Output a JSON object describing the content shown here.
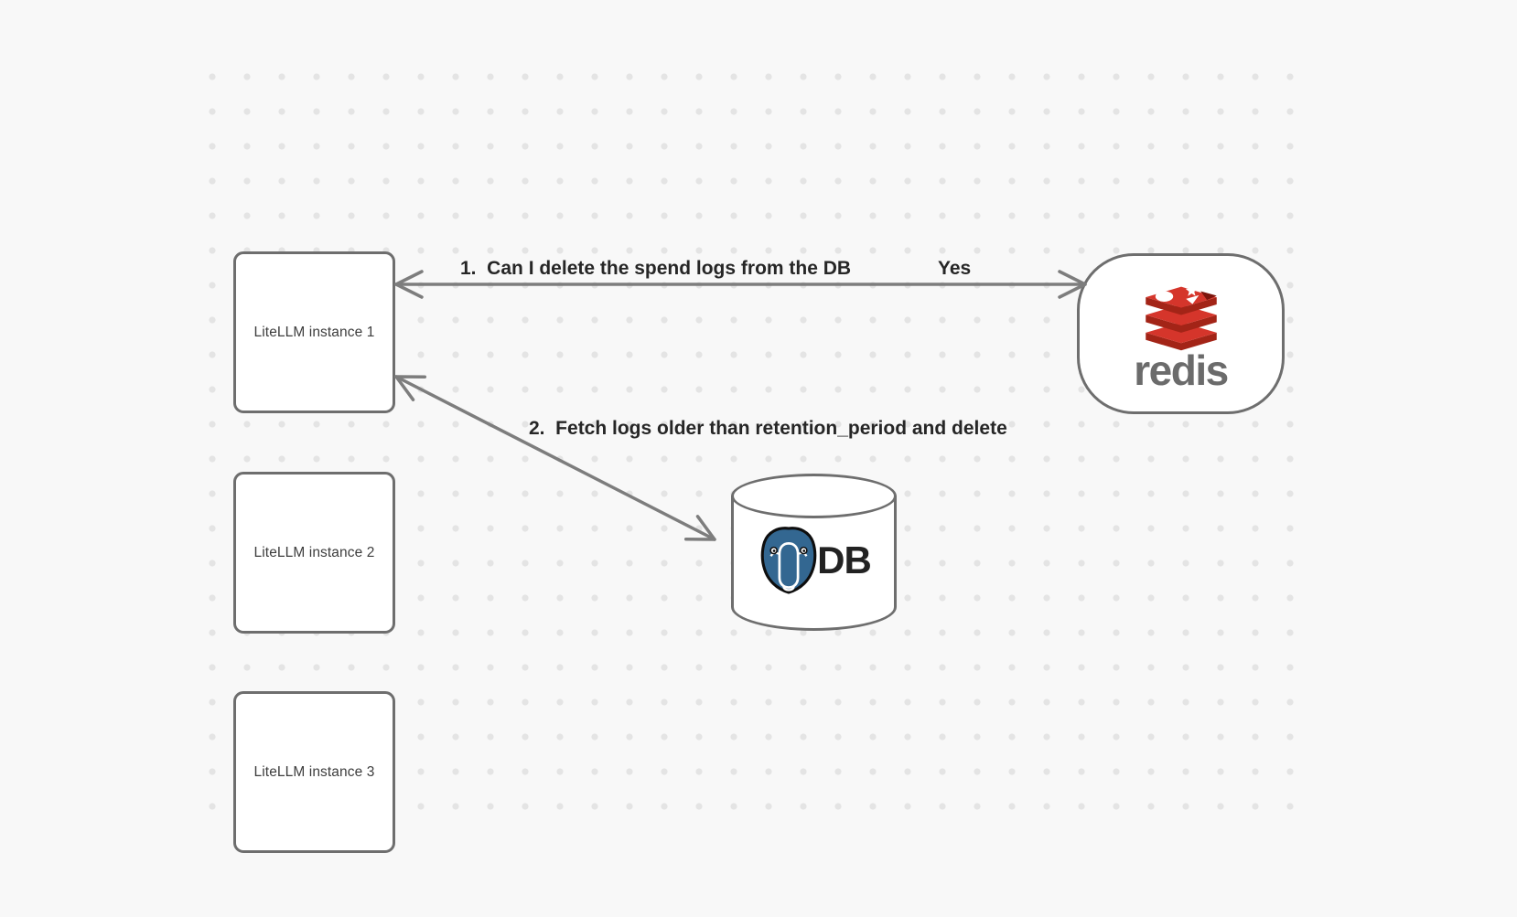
{
  "diagram": {
    "instances": [
      {
        "label": "LiteLLM instance 1"
      },
      {
        "label": "LiteLLM instance 2"
      },
      {
        "label": "LiteLLM instance 3"
      }
    ],
    "redis": {
      "wordmark": "redis"
    },
    "db": {
      "label": "DB"
    },
    "arrows": {
      "step1_label": "1.  Can I delete the spend logs from the DB",
      "step1_answer": "Yes",
      "step2_label": "2.  Fetch logs older than retention_period and delete"
    },
    "colors": {
      "background": "#f8f8f8",
      "dot": "#e4e4e4",
      "node_border": "#6e6e6e",
      "arrow": "#7d7d7d",
      "label_text": "#262626",
      "node_text": "#3d3d3d",
      "redis_red": "#d5352b",
      "redis_dark_red": "#a32417",
      "redis_notch": "#7c150d",
      "redis_wordmark": "#6b6b6b",
      "postgres_blue": "#336791",
      "db_text": "#222222"
    }
  }
}
